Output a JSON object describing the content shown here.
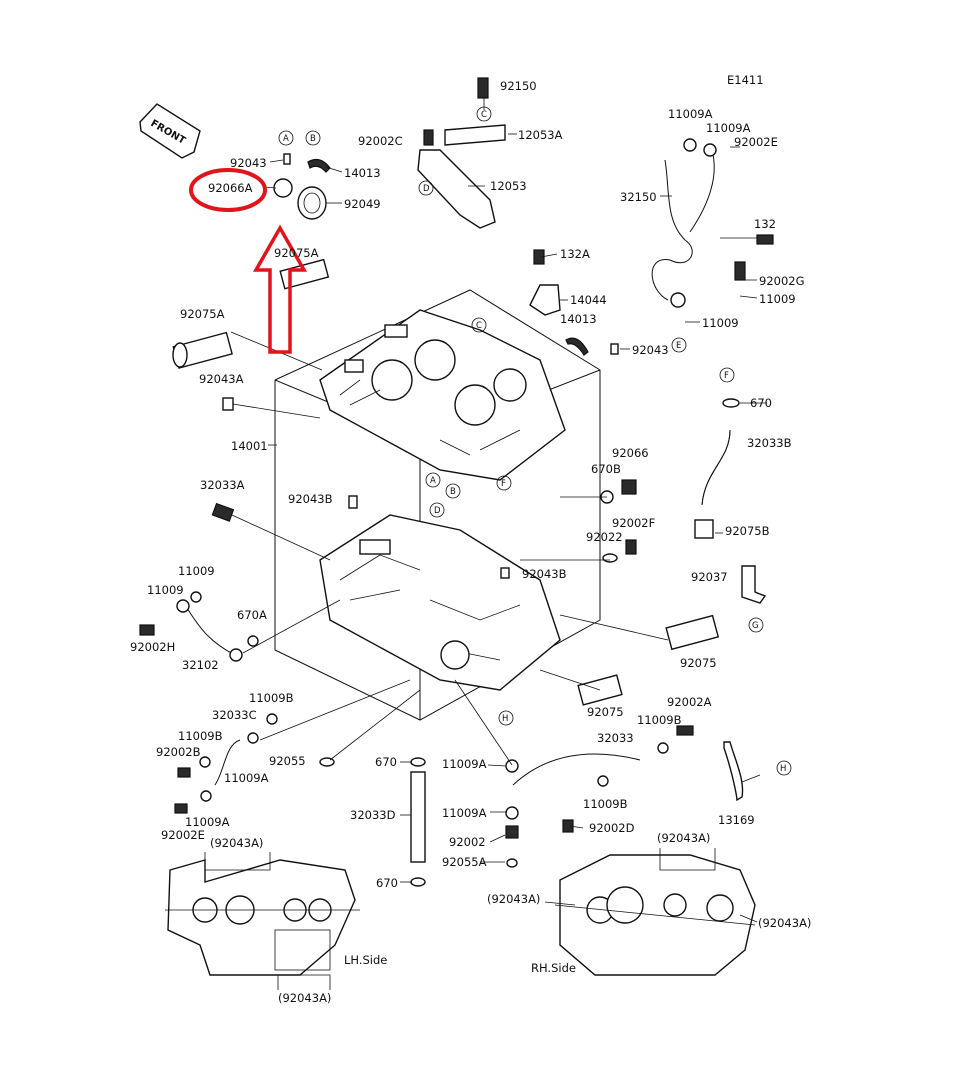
{
  "diagram": {
    "code": "E1411",
    "front_label": "FRONT",
    "lh_side": "LH.Side",
    "rh_side": "RH.Side",
    "highlight_color": "#e0141b",
    "highlighted_part": "92066A",
    "labels": [
      "92150",
      "92002C",
      "12053A",
      "12053",
      "92043",
      "14013",
      "92066A",
      "92049",
      "92075A",
      "92075A",
      "132A",
      "14044",
      "14013",
      "92043",
      "11009A",
      "11009A",
      "92002E",
      "32150",
      "132",
      "92002G",
      "11009",
      "11009",
      "92043A",
      "14001",
      "670",
      "32033B",
      "92066",
      "670B",
      "32033A",
      "92043B",
      "92002F",
      "92022",
      "92043B",
      "92075B",
      "11009",
      "11009",
      "92002H",
      "32102",
      "670A",
      "92037",
      "92075",
      "92075",
      "11009B",
      "32033C",
      "11009B",
      "92002B",
      "11009A",
      "92002A",
      "11009B",
      "32033",
      "92055",
      "670",
      "11009A",
      "11009A",
      "11009B",
      "13169",
      "32033D",
      "92002",
      "92002D",
      "92055A",
      "670",
      "(92043A)",
      "(92043A)",
      "(92043A)",
      "(92043A)",
      "(92043A)",
      "92002E",
      "11009A"
    ],
    "callouts": [
      "A",
      "B",
      "C",
      "D",
      "E",
      "F",
      "G",
      "H"
    ]
  }
}
